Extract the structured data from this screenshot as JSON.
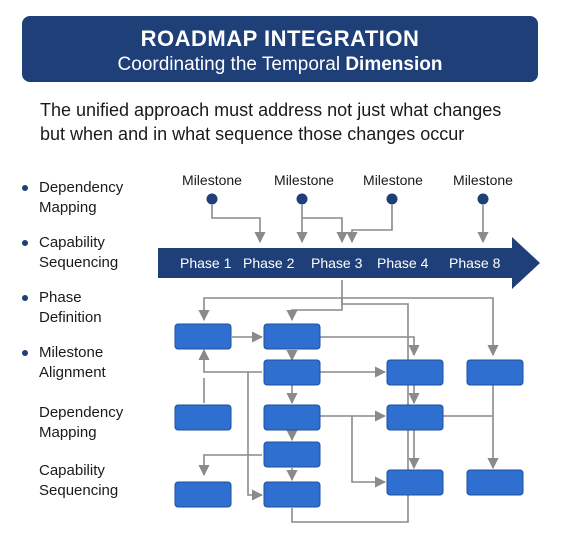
{
  "header": {
    "title": "ROADMAP INTEGRATION",
    "subtitle_main": "Coordinating the Temporal",
    "subtitle_bold": "Dimension"
  },
  "intro": {
    "line1": "The unified approach must address not just what changes",
    "line2": "but when and in what sequence those changes occur"
  },
  "sidebar": {
    "items": [
      {
        "line1": "Dependency",
        "line2": "Mapping",
        "bullet": true
      },
      {
        "line1": "Capability",
        "line2": "Sequencing",
        "bullet": true
      },
      {
        "line1": "Phase",
        "line2": "Definition",
        "bullet": true
      },
      {
        "line1": "Milestone",
        "line2": "Alignment",
        "bullet": true
      },
      {
        "line1": "Dependency",
        "line2": "Mapping",
        "bullet": false
      },
      {
        "line1": "Capability",
        "line2": "Sequencing",
        "bullet": false
      }
    ]
  },
  "milestones": [
    "Milestone",
    "Milestone",
    "Milestone",
    "Milestone"
  ],
  "phases": [
    "Phase 1",
    "Phase 2",
    "Phase 3",
    "Phase 4",
    "Phase 8"
  ],
  "colors": {
    "header_bg": "#1e3f78",
    "arrow_bg": "#1e3f78",
    "box_fill": "#2e6fd0",
    "box_stroke": "#1d4fa0",
    "connector": "#8a8a8a",
    "milestone_dot": "#1e3f78"
  }
}
